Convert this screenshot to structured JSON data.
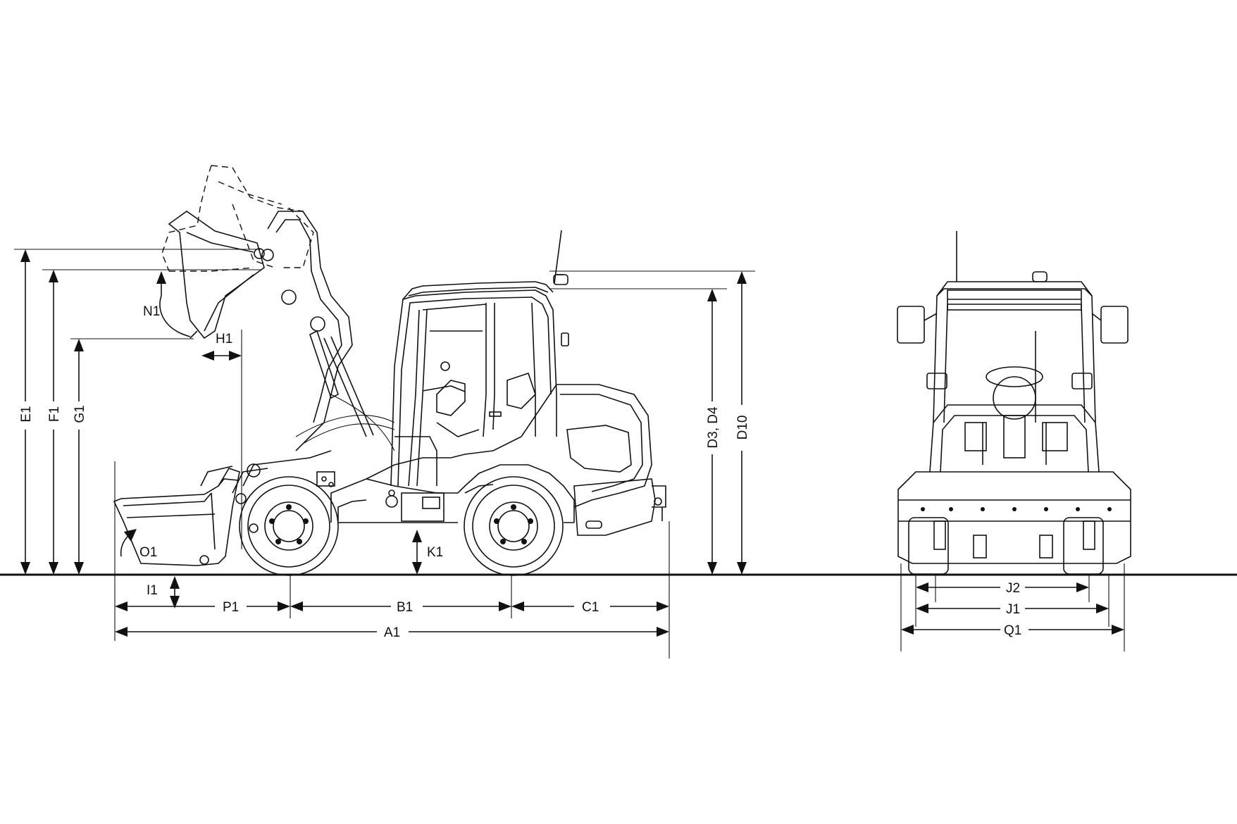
{
  "labels": {
    "A1": "A1",
    "B1": "B1",
    "C1": "C1",
    "P1": "P1",
    "I1": "I1",
    "K1": "K1",
    "O1": "O1",
    "N1": "N1",
    "H1": "H1",
    "E1": "E1",
    "F1": "F1",
    "G1": "G1",
    "D3D4": "D3, D4",
    "D10": "D10",
    "J1": "J1",
    "J2": "J2",
    "Q1": "Q1"
  }
}
